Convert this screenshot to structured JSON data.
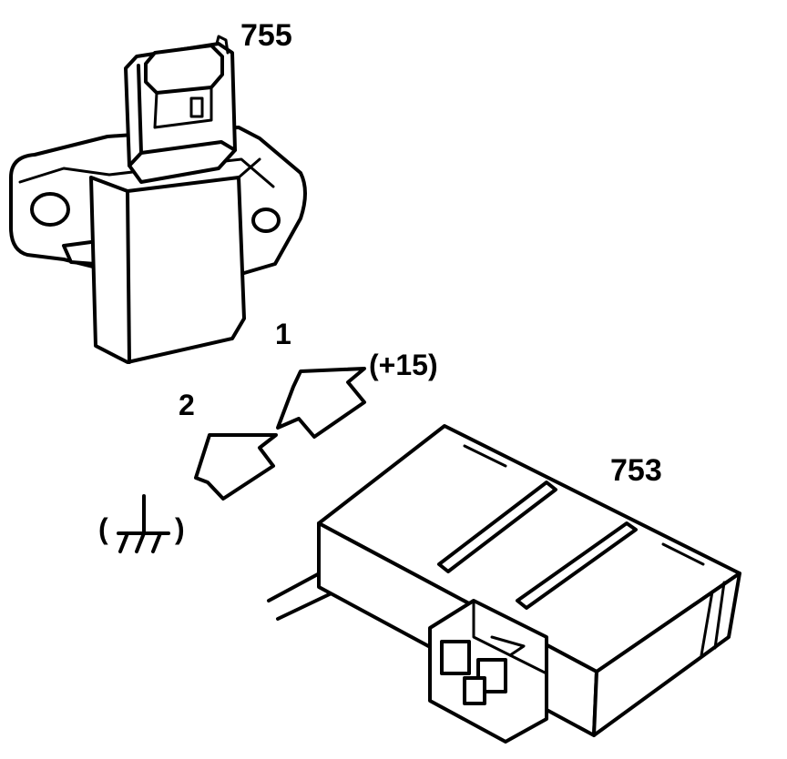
{
  "components": [
    {
      "id": "755",
      "label": "755",
      "icon": "sensor-icon"
    },
    {
      "id": "753",
      "label": "753",
      "icon": "control-module-icon"
    }
  ],
  "connections": [
    {
      "pin": "1",
      "signal": "(+15)"
    },
    {
      "pin": "2",
      "signal": "ground"
    }
  ],
  "ground_symbol": {
    "icon": "ground-icon",
    "open": "(",
    "close": ")"
  },
  "colors": {
    "line": "#000000",
    "background": "#ffffff"
  }
}
